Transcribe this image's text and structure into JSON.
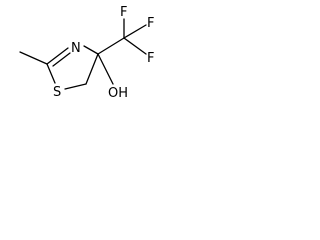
{
  "molecule": {
    "atoms": {
      "nitrogen": "N",
      "sulfur": "S",
      "hydroxyl": "OH",
      "fluorine_top": "F",
      "fluorine_right": "F",
      "fluorine_bottom": "F"
    },
    "colors": {
      "bond": "#000000",
      "label": "#000000"
    }
  }
}
